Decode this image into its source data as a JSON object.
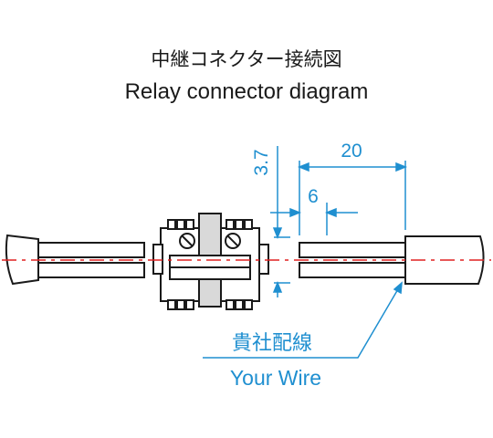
{
  "title": {
    "japanese": "中継コネクター接続図",
    "english": "Relay connector diagram"
  },
  "dimensions": {
    "height": "3.7",
    "length_total": "20",
    "length_strip": "6"
  },
  "callout": {
    "japanese": "貴社配線",
    "english": "Your Wire"
  },
  "colors": {
    "line": "#1a1a1a",
    "dimension": "#1f8fd0",
    "centerline": "#e02020",
    "connector_fill": "#d9d9d9"
  }
}
